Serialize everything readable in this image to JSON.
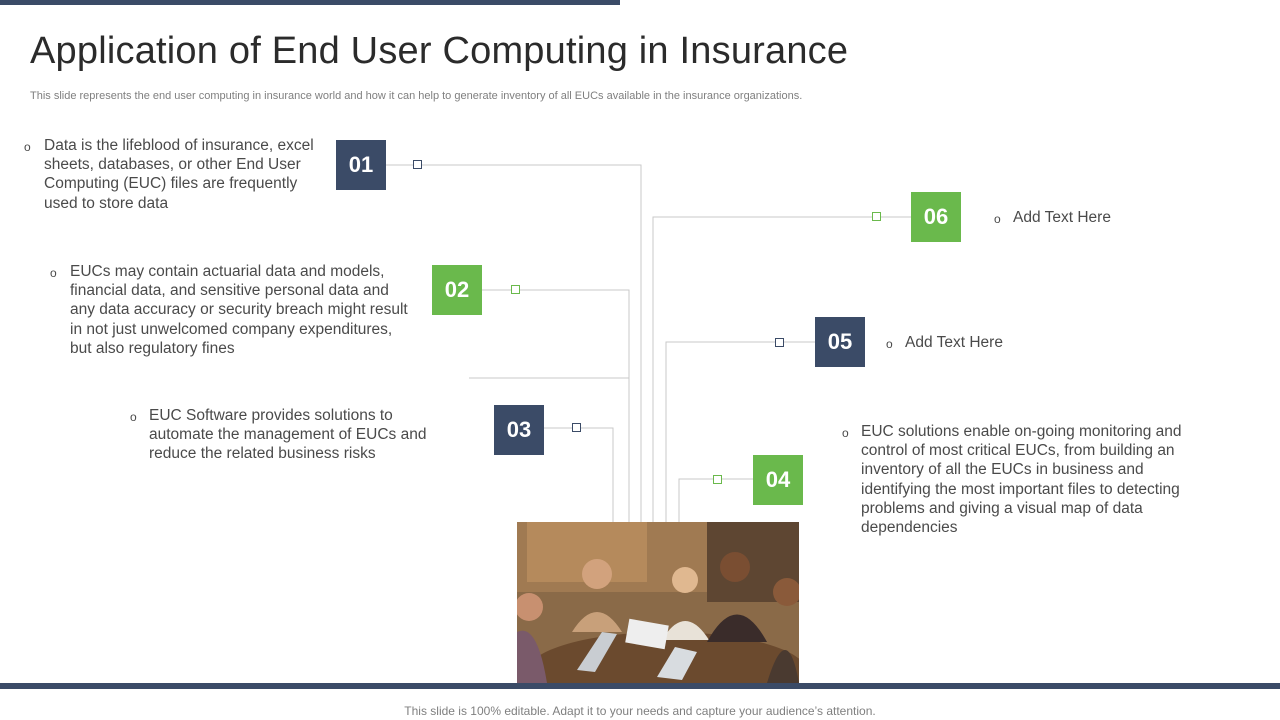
{
  "title": "Application of End User Computing in Insurance",
  "subtitle": "This slide represents the end user computing in insurance world and how it can help to generate inventory of all EUCs available in the insurance organizations.",
  "items": [
    {
      "number": "01",
      "text": "Data is the lifeblood of insurance, excel sheets, databases, or other End User Computing (EUC) files are frequently  used to store data",
      "color": "#3b4b67"
    },
    {
      "number": "02",
      "text": "EUCs may contain actuarial data and models, financial data, and sensitive personal data and any data accuracy or security breach might result in not just unwelcomed company expenditures,  but also regulatory  fines",
      "color": "#6ab94c"
    },
    {
      "number": "03",
      "text": "EUC Software provides solutions to automate the management of EUCs and reduce the related business risks",
      "color": "#3b4b67"
    },
    {
      "number": "04",
      "text": "EUC  solutions enable on-going monitoring and control of most critical EUCs, from building an inventory  of all the EUCs in business and identifying the most important files to detecting problems and giving a visual map of data dependencies",
      "color": "#6ab94c"
    },
    {
      "number": "05",
      "text": "Add Text Here",
      "color": "#3b4b67"
    },
    {
      "number": "06",
      "text": "Add Text Here",
      "color": "#6ab94c"
    }
  ],
  "bullet_glyph": "o",
  "footer": "This slide is 100% editable. Adapt it to your needs and capture your audience’s attention."
}
